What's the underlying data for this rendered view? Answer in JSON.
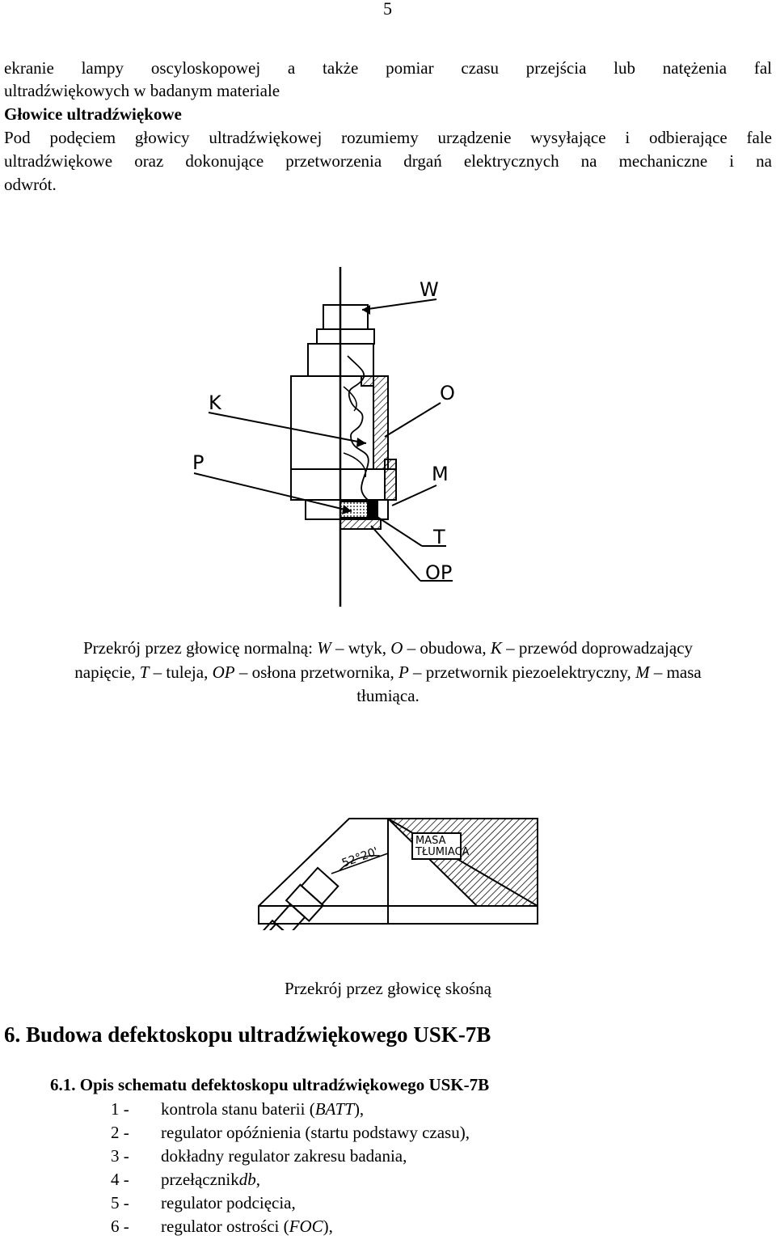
{
  "page_number": "5",
  "intro": {
    "line1": "ekranie lampy oscyloskopowej a także pomiar czasu przejścia lub natężenia fal",
    "line2": "ultradźwiękowych w badanym materiale"
  },
  "section_heading": "Głowice ultradźwiękowe",
  "definition": {
    "line1": "Pod podęciem głowicy ultradźwiękowej rozumiemy urządzenie wysyłające i odbierające fale",
    "line2": "ultradźwiękowe oraz dokonujące przetworzenia drgań elektrycznych na mechaniczne i na",
    "line3": "odwrót."
  },
  "figure1": {
    "labels": {
      "W": "W",
      "O": "O",
      "K": "K",
      "P": "P",
      "M": "M",
      "T": "T",
      "OP": "OP"
    },
    "caption": {
      "t1": "Przekrój przez głowicę normalną: ",
      "W": "W",
      "t2": " – wtyk, ",
      "O": "O",
      "t3": " – obudowa, ",
      "K": "K",
      "t4": " – przewód doprowadzający",
      "t5": "napięcie, ",
      "T": "T",
      "t6": " – tuleja, ",
      "OP": "OP",
      "t7": " – osłona przetwornika, ",
      "P": "P",
      "t8": " – przetwornik piezoelektryczny, ",
      "M": "M",
      "t9": " – masa",
      "t10": "tłumiąca."
    }
  },
  "figure2": {
    "angle_label": "52°20'",
    "mass_label1": "MASA",
    "mass_label2": "TŁUMIACA",
    "caption": "Przekrój przez głowicę skośną"
  },
  "heading6": "6.   Budowa defektoskopu ultradźwiękowego USK-7B",
  "heading61": "6.1.   Opis schematu defektoskopu ultradźwiękowego USK-7B",
  "list": [
    {
      "num": "1 -",
      "pre": "kontrola stanu baterii (",
      "em": "BATT",
      "post": "),",
      "em_style": "italic"
    },
    {
      "num": "2 -",
      "pre": "regulator opóźnienia (startu podstawy czasu),",
      "em": "",
      "post": ""
    },
    {
      "num": "3 -",
      "pre": "dokładny regulator zakresu badania,",
      "em": "",
      "post": ""
    },
    {
      "num": "4 -",
      "pre": "przełącznik ",
      "em": "db",
      "post": ","
    },
    {
      "num": "5 -",
      "pre": "regulator podcięcia,",
      "em": "",
      "post": ""
    },
    {
      "num": "6 -",
      "pre": "regulator ostrości (",
      "em": "FOC",
      "post": "),"
    }
  ]
}
